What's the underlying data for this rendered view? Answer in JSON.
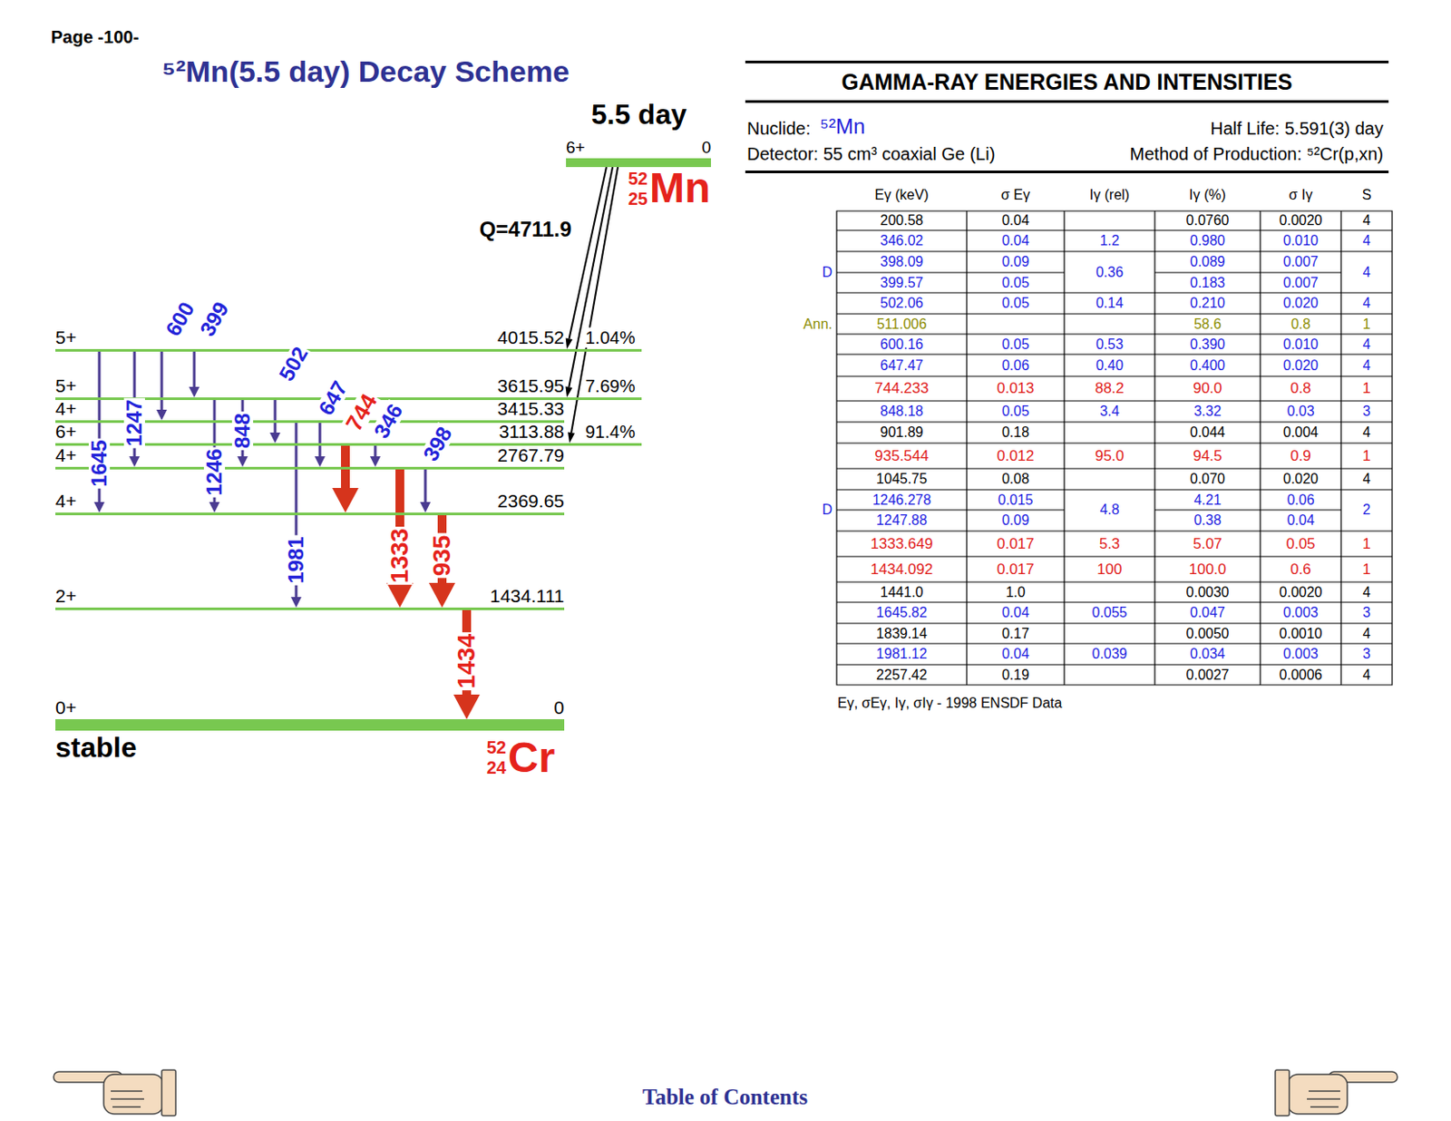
{
  "diagram": {
    "title": "⁵²Mn(5.5 day) Decay Scheme",
    "nodes": [
      {
        "text": [
          "6+",
          "0"
        ]
      },
      {
        "text": [
          "5+",
          "4015.52"
        ]
      },
      {
        "text": [
          "5+",
          "3615.95"
        ]
      },
      {
        "text": [
          "4+",
          "3415.33"
        ]
      },
      {
        "text": [
          "6+",
          "3113.88"
        ]
      },
      {
        "text": [
          "4+",
          "2767.79"
        ]
      },
      {
        "text": [
          "4+",
          "2369.65"
        ]
      },
      {
        "text": [
          "2+",
          "1434.111"
        ]
      },
      {
        "text": [
          "0+",
          "0",
          "stable"
        ]
      }
    ],
    "edges": [
      {
        "from": 1,
        "to": 6,
        "arrow": "to",
        "label": "1645"
      },
      {
        "from": 1,
        "to": 5,
        "arrow": "to",
        "label": "1247"
      },
      {
        "from": 1,
        "to": 3,
        "arrow": "to",
        "label": "600"
      },
      {
        "from": 1,
        "to": 2,
        "arrow": "to",
        "label": "399"
      },
      {
        "from": 2,
        "to": 6,
        "arrow": "to",
        "label": "1246"
      },
      {
        "from": 2,
        "to": 5,
        "arrow": "to",
        "label": "848"
      },
      {
        "from": 2,
        "to": 4,
        "arrow": "to",
        "label": "502"
      },
      {
        "from": 3,
        "to": 7,
        "arrow": "to",
        "label": "1981"
      },
      {
        "from": 3,
        "to": 5,
        "arrow": "to",
        "label": "647"
      },
      {
        "from": 4,
        "to": 6,
        "arrow": "to",
        "label": "744"
      },
      {
        "from": 4,
        "to": 5,
        "arrow": "to",
        "label": "346"
      },
      {
        "from": 5,
        "to": 7,
        "arrow": "to",
        "label": "1333"
      },
      {
        "from": 5,
        "to": 6,
        "arrow": "to",
        "label": "398"
      },
      {
        "from": 6,
        "to": 7,
        "arrow": "to",
        "label": "935"
      },
      {
        "from": 7,
        "to": 8,
        "arrow": "to",
        "label": "1434"
      },
      {
        "from": 0,
        "to": 1,
        "arrow": "to",
        "label": "1.04%"
      },
      {
        "from": 0,
        "to": 2,
        "arrow": "to",
        "label": "7.69%"
      },
      {
        "from": 0,
        "to": 4,
        "arrow": "to",
        "label": "91.4%"
      }
    ],
    "labels": [
      "Page -100-",
      "5.5 day",
      "52",
      "25",
      "Mn",
      "Q=4711.9",
      "52",
      "24",
      "Cr",
      "GAMMA-RAY ENERGIES AND INTENSITIES",
      "Nuclide:",
      "⁵²Mn",
      "Half Life: 5.591(3) day",
      "Detector: 55 cm³ coaxial Ge (Li)",
      "Method of Production: ⁵²Cr(p,xn)",
      "Eγ (keV)",
      "σ Eγ",
      "Iγ (rel)",
      "Iγ (%)",
      "σ Iγ",
      "S",
      "200.58",
      "0.04",
      "0.0760",
      "0.0020",
      "4",
      "346.02",
      "0.04",
      "1.2",
      "0.980",
      "0.010",
      "4",
      "D",
      "398.09",
      "0.09",
      "0.36",
      "0.089",
      "0.007",
      "4",
      "399.57",
      "0.05",
      "0.183",
      "0.007",
      "502.06",
      "0.05",
      "0.14",
      "0.210",
      "0.020",
      "4",
      "Ann.",
      "511.006",
      "58.6",
      "0.8",
      "1",
      "600.16",
      "0.05",
      "0.53",
      "0.390",
      "0.010",
      "4",
      "647.47",
      "0.06",
      "0.40",
      "0.400",
      "0.020",
      "4",
      "744.233",
      "0.013",
      "88.2",
      "90.0",
      "0.8",
      "1",
      "848.18",
      "0.05",
      "3.4",
      "3.32",
      "0.03",
      "3",
      "901.89",
      "0.18",
      "0.044",
      "0.004",
      "4",
      "935.544",
      "0.012",
      "95.0",
      "94.5",
      "0.9",
      "1",
      "1045.75",
      "0.08",
      "0.070",
      "0.020",
      "4",
      "D",
      "1246.278",
      "0.015",
      "4.8",
      "4.21",
      "0.06",
      "2",
      "1247.88",
      "0.09",
      "0.38",
      "0.04",
      "1333.649",
      "0.017",
      "5.3",
      "5.07",
      "0.05",
      "1",
      "1434.092",
      "0.017",
      "100",
      "100.0",
      "0.6",
      "1",
      "1441.0",
      "1.0",
      "0.0030",
      "0.0020",
      "4",
      "1645.82",
      "0.04",
      "0.055",
      "0.047",
      "0.003",
      "3",
      "1839.14",
      "0.17",
      "0.0050",
      "0.0010",
      "4",
      "1981.12",
      "0.04",
      "0.039",
      "0.034",
      "0.003",
      "3",
      "2257.42",
      "0.19",
      "0.0027",
      "0.0006",
      "4",
      "Eγ, σEγ, Iγ, σIγ - 1998 ENSDF Data",
      "Table of Contents"
    ]
  }
}
